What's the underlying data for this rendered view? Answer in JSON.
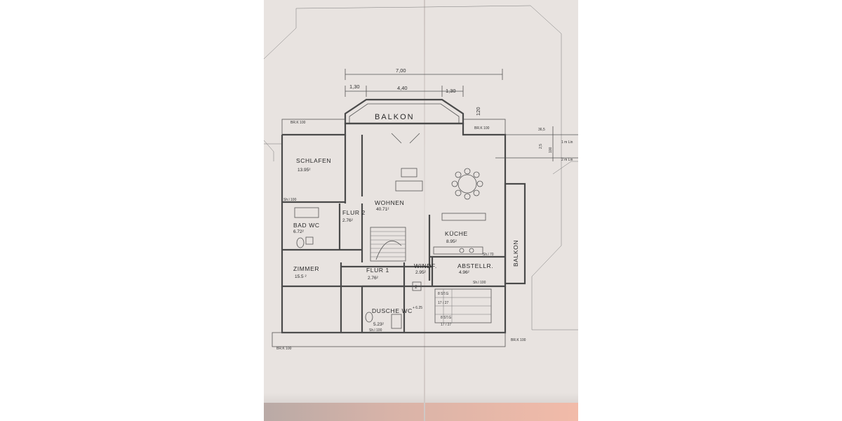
{
  "dimensions": {
    "total": "7,00",
    "left": "1,30",
    "middle": "4,40",
    "right": "1,30",
    "balcony_depth": "120",
    "side_a": "100",
    "side_b": "2,5",
    "side_c": "36,5",
    "line_1": "1 m Lin",
    "line_2": "2 m Lin"
  },
  "rooms": {
    "balkon_top": "BALKON",
    "schlafen": {
      "name": "SCHLAFEN",
      "area": "13.95²"
    },
    "wohnen": {
      "name": "WOHNEN",
      "area": "40.71²"
    },
    "flur2": {
      "name": "FLUR 2",
      "area": "2.76²"
    },
    "bad": {
      "name": "BAD WC",
      "area": "6.72²"
    },
    "kueche": {
      "name": "KÜCHE",
      "area": "8.95²"
    },
    "zimmer": {
      "name": "ZIMMER",
      "area": "15.5 ²"
    },
    "flur1": {
      "name": "FLUR 1",
      "area": "2.76²"
    },
    "windf": {
      "name": "WINDF.",
      "area": "2.95²"
    },
    "abstellr": {
      "name": "ABSTELLR.",
      "area": "4.96²"
    },
    "dusche": {
      "name": "DUSCHE WC",
      "area": "5.23²"
    },
    "balkon_side": "BALKON"
  },
  "annotations": {
    "stair_number": "2",
    "elevation": "+ 6.25",
    "steps_1": "8 ST.G",
    "steps_1b": "17 / 27",
    "steps_2": "8 ST.G",
    "steps_2b": "17 / 27",
    "brk_tl": "BR.K 100",
    "brk_tr": "BR.K 100",
    "brk_bl": "BR.K 100",
    "brk_br": "BR.K 100",
    "sill_1": "Sh.l 100",
    "sill_2": "Sh.l 100",
    "sill_3": "Sh.l 100",
    "sill_4": "Sh.l 70"
  }
}
